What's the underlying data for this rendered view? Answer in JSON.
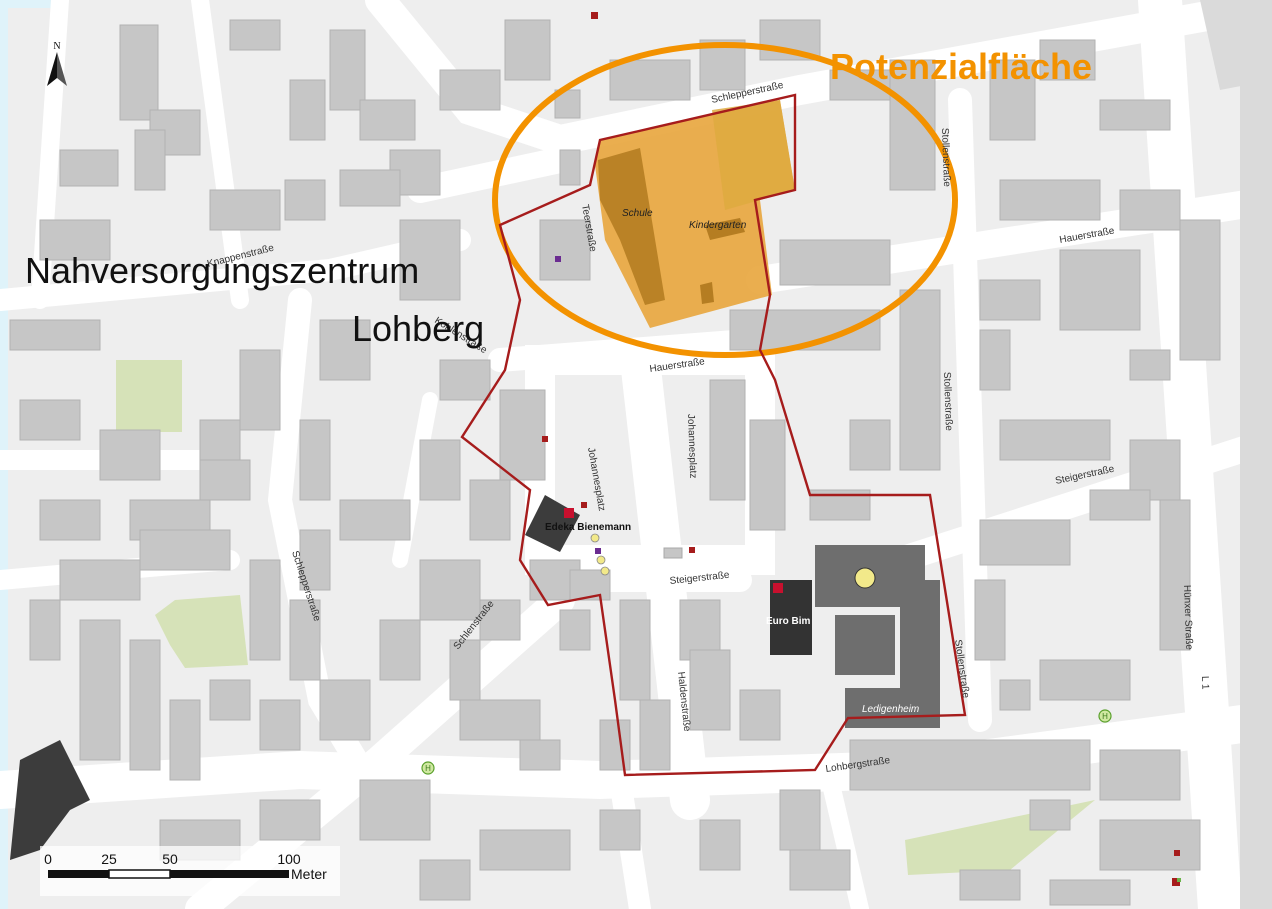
{
  "titles": {
    "center_line1": "Nahversorgungszentrum",
    "center_line2": "Lohberg",
    "potential": "Potenzialfläche"
  },
  "north": "N",
  "streets": {
    "schlepperstrasse_top": "Schlepperstraße",
    "teerstrasse": "Teerstraße",
    "hauerstrasse_right": "Hauerstraße",
    "hauerstrasse_mid": "Hauerstraße",
    "stollenstrasse_top": "Stollenstraße",
    "stollenstrasse_mid": "Stollenstraße",
    "stollenstrasse_bottom": "Stollenstraße",
    "johannesplatz_1": "Johannesplatz",
    "johannesplatz_2": "Johannesplatz",
    "steigerstrasse_right": "Steigerstraße",
    "steigerstrasse_mid": "Steigerstraße",
    "haldenstrasse": "Haldenstraße",
    "lohbergstrasse": "Lohbergstraße",
    "schlenstrasse": "Schlenstraße",
    "schlepperstrasse_left": "Schlepperstraße",
    "huenxer_strasse": "Hünxer Straße",
    "l1": "L 1",
    "knappenstrasse_fragment": "Knappenstraße",
    "kohlenstrasse_fragment": "Kohlenstraße"
  },
  "pois": {
    "schule": "Schule",
    "kindergarten": "Kindergarten",
    "edeka": "Edeka Bienemann",
    "euro_bim": "Euro Bim",
    "ledigenheim": "Ledigenheim"
  },
  "bus_stop": "H",
  "scalebar": {
    "ticks": [
      "0",
      "25",
      "50",
      "100"
    ],
    "unit": "Meter"
  },
  "colors": {
    "background": "#f4f4f4",
    "road": "#ffffff",
    "building": "#c6c6c6",
    "building_dark": "#3c3c3c",
    "building_mid": "#6e6e6e",
    "park": "#d6e2b8",
    "boundary": "#a61c1c",
    "potential_fill": "#e8a53c",
    "potential_ring": "#f39200"
  }
}
